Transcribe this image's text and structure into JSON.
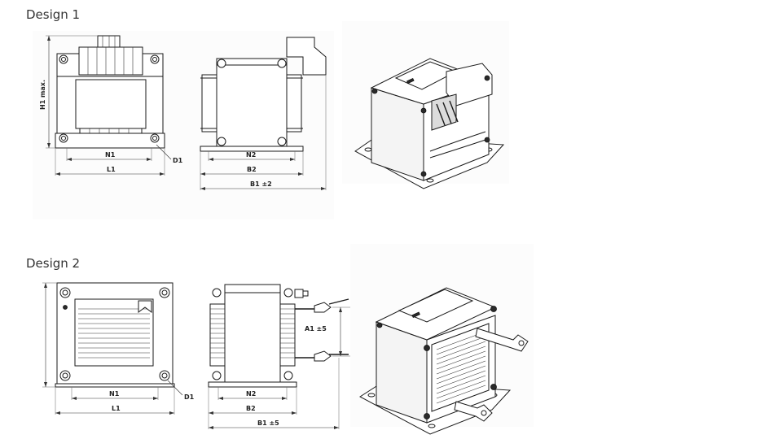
{
  "design1": {
    "title": "Design 1",
    "labels": {
      "h1": "H1 max.",
      "n1": "N1",
      "l1": "L1",
      "d1": "D1",
      "n2": "N2",
      "b2": "B2",
      "b1": "B1 ±2"
    }
  },
  "design2": {
    "title": "Design 2",
    "labels": {
      "n1": "N1",
      "l1": "L1",
      "d1": "D1",
      "n2": "N2",
      "b2": "B2",
      "b1": "B1 ±5",
      "a1": "A1 ±5"
    }
  }
}
